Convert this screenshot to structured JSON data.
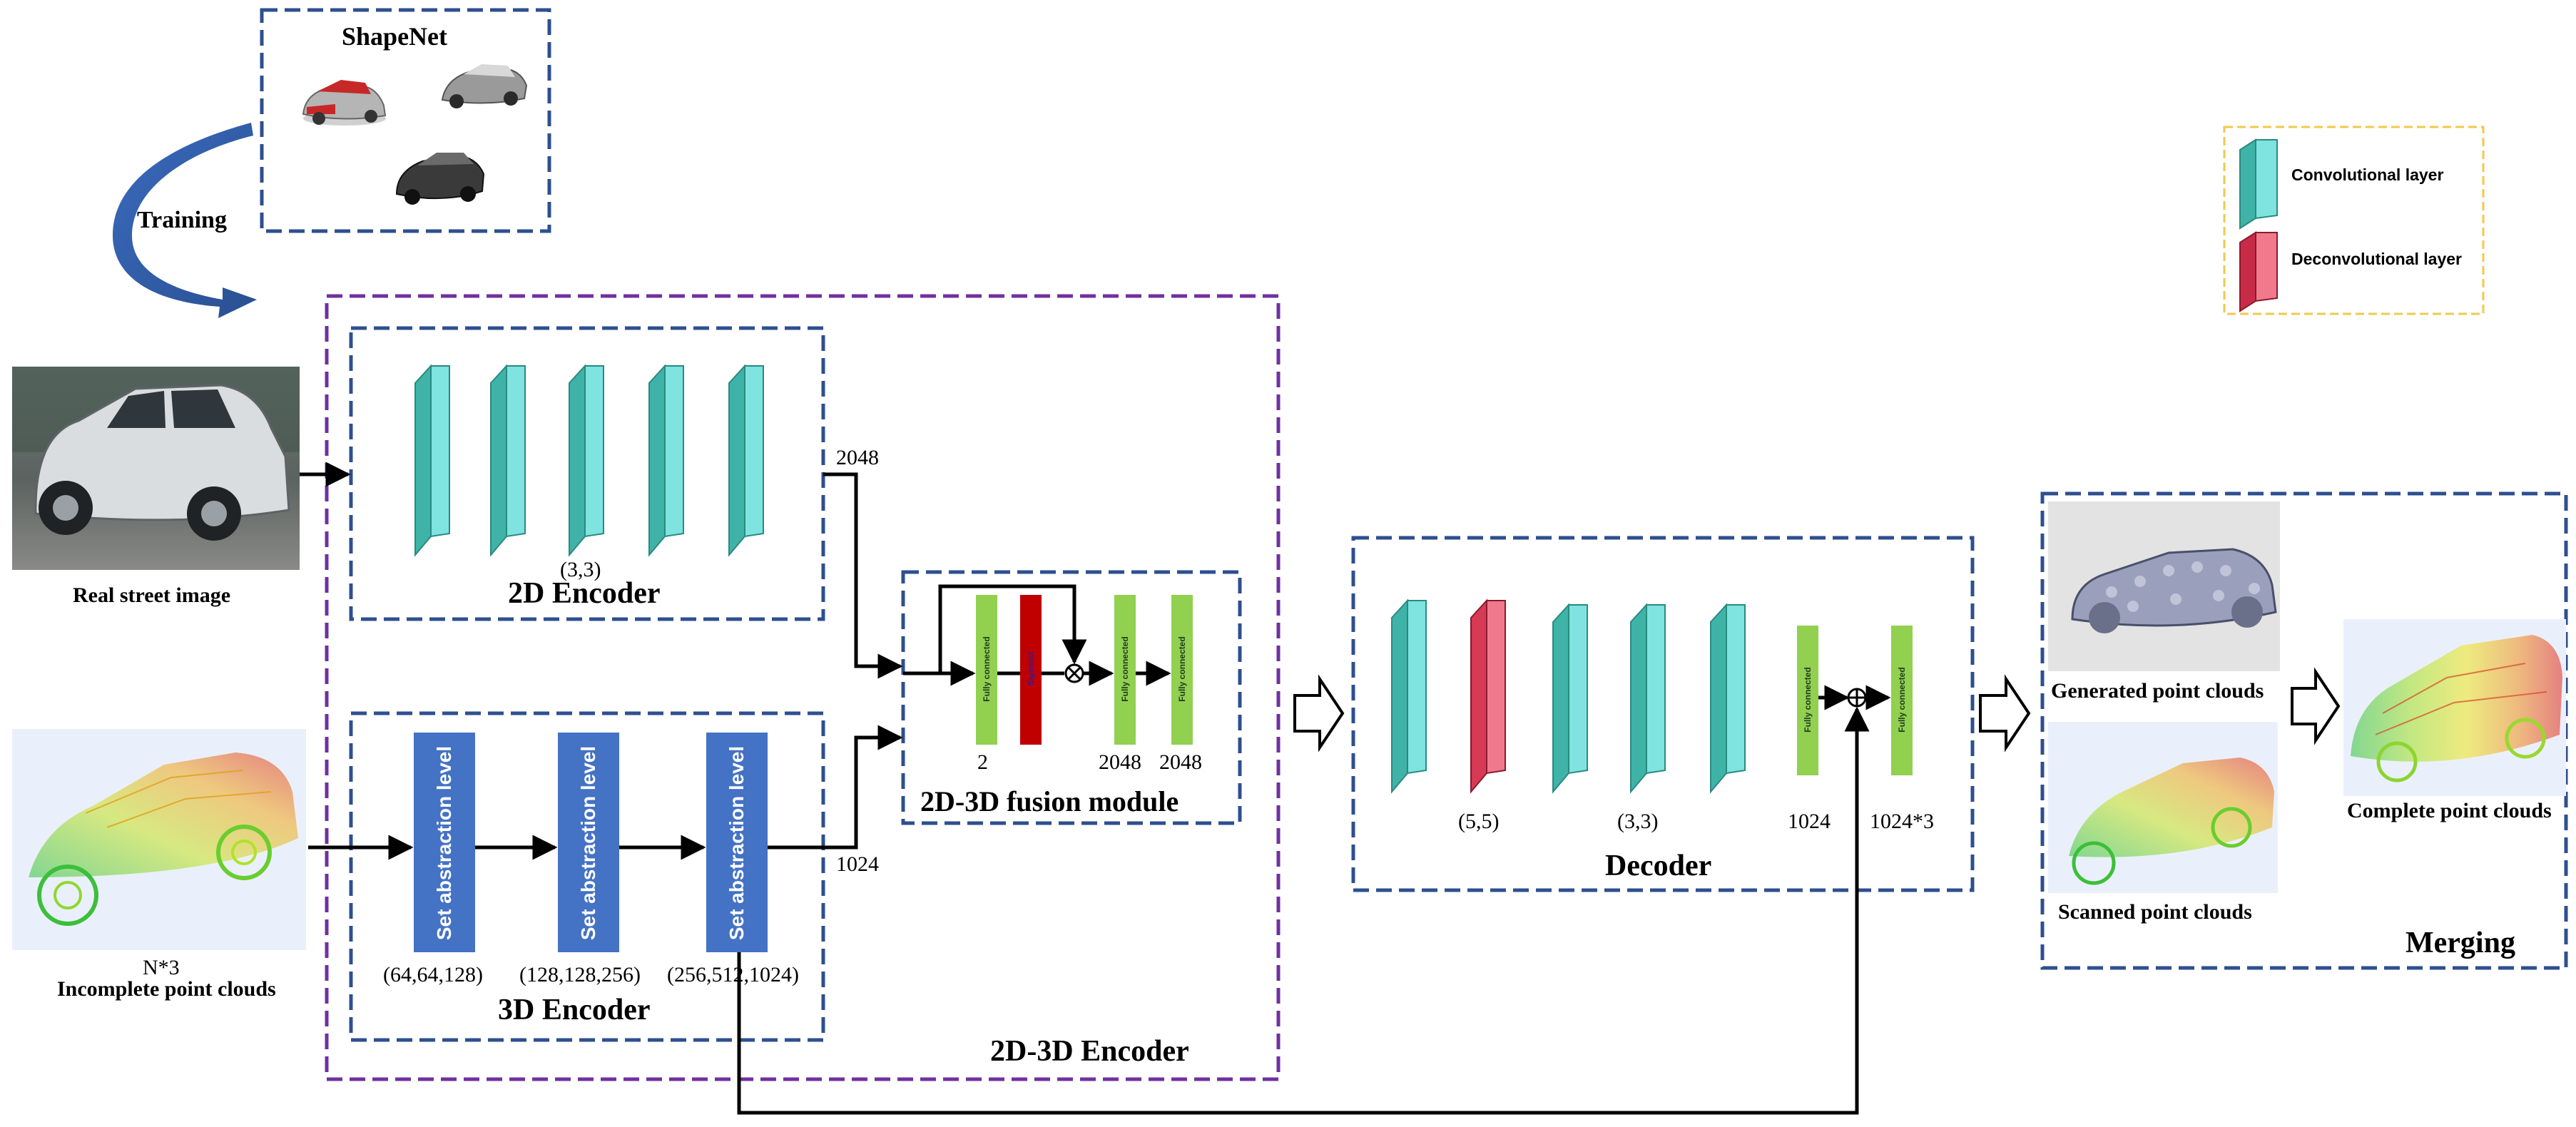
{
  "shapenet": {
    "title": "ShapeNet",
    "training_label": "Training"
  },
  "inputs": {
    "real_image_label": "Real street image",
    "incomplete_dim": "N*3",
    "incomplete_label": "Incomplete point clouds"
  },
  "encoder2d": {
    "title": "2D Encoder",
    "kernel": "(3,3)",
    "out_dim": "2048"
  },
  "encoder3d": {
    "title": "3D Encoder",
    "sa_label": "Set abstraction level",
    "levels": [
      "(64,64,128)",
      "(128,128,256)",
      "(256,512,1024)"
    ],
    "out_dim": "1024"
  },
  "fusion": {
    "title": "2D-3D fusion module",
    "fc_label": "Fully connected",
    "sigmoid_label": "Sigmoid",
    "dims": [
      "2",
      "2048",
      "2048"
    ]
  },
  "encoder_group": {
    "title": "2D-3D Encoder"
  },
  "decoder": {
    "title": "Decoder",
    "labels": [
      "(5,5)",
      "(3,3)",
      "1024",
      "1024*3"
    ],
    "fc_label": "Fully connected"
  },
  "merging": {
    "title": "Merging",
    "generated_label": "Generated point clouds",
    "scanned_label": "Scanned point clouds",
    "complete_label": "Complete point clouds"
  },
  "legend": {
    "conv_label": "Convolutional layer",
    "deconv_label": "Deconvolutional layer"
  },
  "colors": {
    "box_blue": "#2e4f8f",
    "box_purple": "#7030a0",
    "legend_gold": "#f2c94c",
    "conv_front": "#3fb3a8",
    "conv_side": "#7fe3e0",
    "deconv_front": "#d63a55",
    "deconv_side": "#f07a8c",
    "sa_blue": "#4472c4",
    "fc_green": "#92d050",
    "sigmoid_red": "#c00000",
    "training_arrow": "#2f5fa8"
  }
}
